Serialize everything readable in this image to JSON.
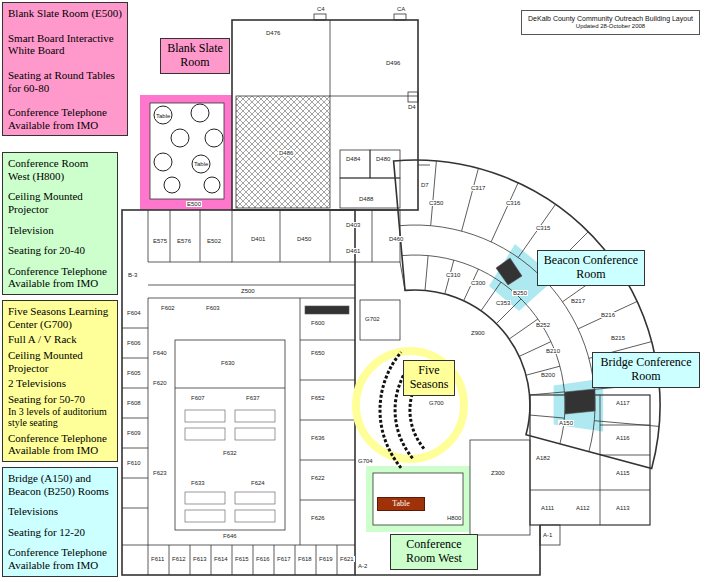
{
  "diagram": {
    "title": "DeKalb County Community Outreach Building Layout",
    "caption": "Updated 28-October 2008",
    "nodes": [
      {
        "text": [
          "Blank Slate Room (E500)",
          "Smart Board Interactive White Board",
          "Seating at Round Tables for 60-80",
          "Conference Telephone Available from IMO"
        ]
      },
      {
        "text": [
          "Blank Slate Room"
        ]
      },
      {
        "text": [
          "Conference Room West (H800)",
          "Ceiling Mounted Projector",
          "Television",
          "Seating for 20-40",
          "Conference Telephone Available from IMO"
        ]
      },
      {
        "text": [
          "Five Seasons Learning Center (G700)",
          "Full A / V Rack",
          "Ceiling Mounted Projector",
          "2 Televisions",
          "Seating for 50-70",
          "In 3 levels of auditorium style seating",
          "Conference Telephone Available from IMO"
        ]
      },
      {
        "text": [
          "Bridge (A150) and Beacon (B250) Rooms",
          "Televisions",
          "Seating for 12-20",
          "Conference Telephone Available from IMO"
        ]
      },
      {
        "text": [
          "Beacon Conference Room"
        ]
      },
      {
        "text": [
          "Bridge Conference Room"
        ]
      },
      {
        "text": [
          "Five Seasons"
        ]
      },
      {
        "text": [
          "Table"
        ]
      },
      {
        "text": [
          "Conference Room West"
        ]
      }
    ],
    "labels": [
      "C4",
      "CA",
      "D476",
      "D496",
      "D4",
      "D486",
      "D484",
      "D480",
      "D488",
      "D7",
      "E500",
      "Table",
      "Table",
      "D401",
      "D450",
      "D403",
      "D461",
      "D460",
      "E575",
      "E576",
      "E502",
      "B-3",
      "Z500",
      "F604",
      "F602",
      "F603",
      "F600",
      "F606",
      "F605",
      "F640",
      "F620",
      "F630",
      "F650",
      "F652",
      "F607",
      "F637",
      "F608",
      "F609",
      "F632",
      "F636",
      "F633",
      "F624",
      "F623",
      "F622",
      "F626",
      "F610",
      "F646",
      "F611",
      "F612",
      "F613",
      "F614",
      "F615",
      "F616",
      "F617",
      "F618",
      "F619",
      "F621",
      "A-2",
      "G702",
      "G700",
      "G704",
      "H800",
      "Z900",
      "Z300",
      "C350",
      "C317",
      "C316",
      "C310",
      "C315",
      "C300",
      "C353",
      "B250",
      "B217",
      "B252",
      "B210",
      "B216",
      "B215",
      "B200",
      "A182",
      "A150",
      "A117",
      "A116",
      "A115",
      "A113",
      "A112",
      "A111",
      "A-1"
    ]
  }
}
